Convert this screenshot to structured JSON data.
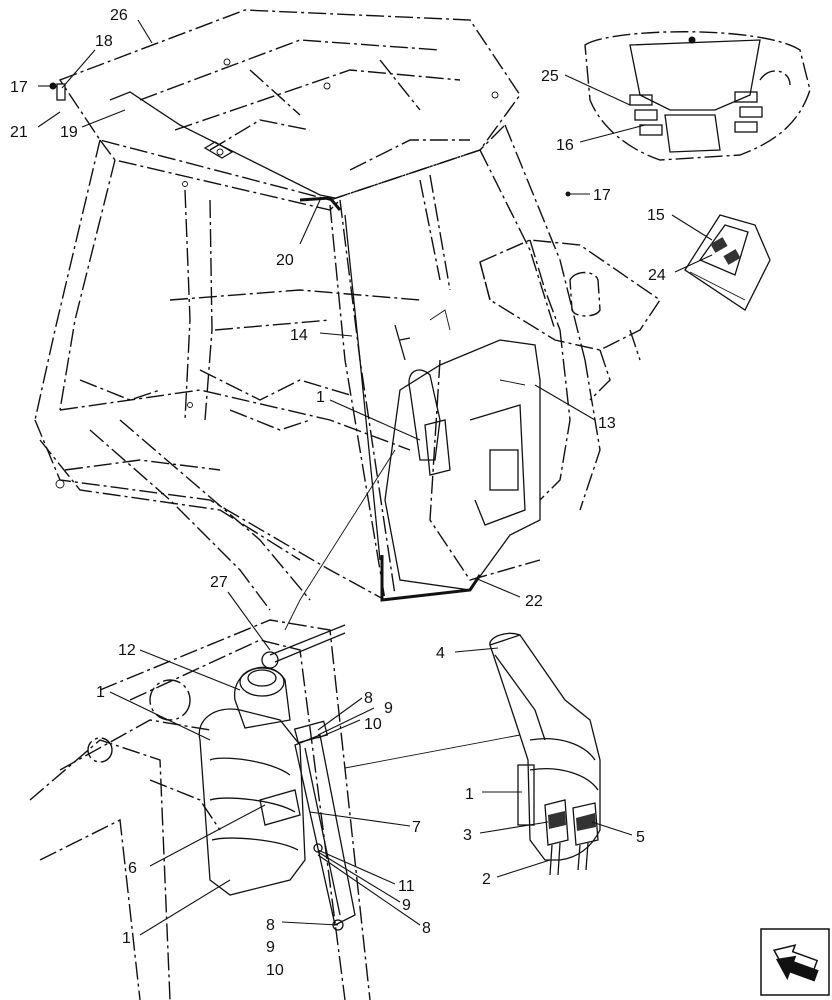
{
  "callouts": {
    "c1a": "1",
    "c1b": "1",
    "c1c": "1",
    "c1d": "1",
    "c2": "2",
    "c3": "3",
    "c4": "4",
    "c5": "5",
    "c6": "6",
    "c7": "7",
    "c8a": "8",
    "c8b": "8",
    "c8c": "8",
    "c9a": "9",
    "c9b": "9",
    "c9c": "9",
    "c10a": "10",
    "c10b": "10",
    "c11": "11",
    "c12": "12",
    "c13": "13",
    "c14": "14",
    "c15": "15",
    "c16": "16",
    "c17a": "17",
    "c17b": "17",
    "c18": "18",
    "c19": "19",
    "c20": "20",
    "c21": "21",
    "c22": "22",
    "c24": "24",
    "c25": "25",
    "c26": "26",
    "c27": "27"
  },
  "icons": {
    "nav": "arrow-icon"
  }
}
